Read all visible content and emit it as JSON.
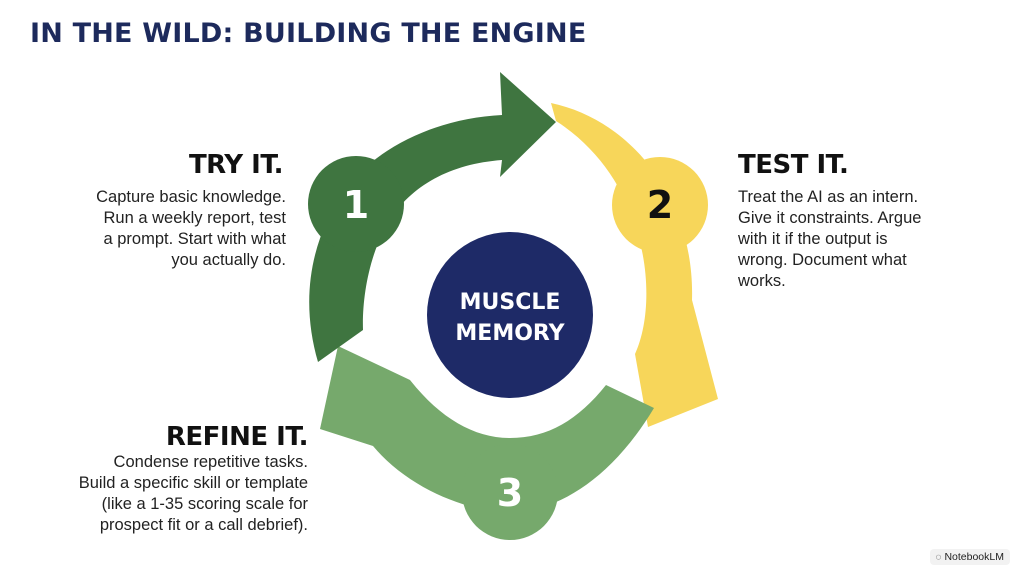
{
  "title": "IN THE WILD: BUILDING THE ENGINE",
  "center": {
    "line1": "MUSCLE",
    "line2": "MEMORY",
    "color": "#1e2a67"
  },
  "steps": [
    {
      "number": "1",
      "heading": "TRY IT.",
      "description": "Capture basic knowledge.\nRun a weekly report, test\na prompt. Start with what\nyou actually do.",
      "color": "#3f7540"
    },
    {
      "number": "2",
      "heading": "TEST IT.",
      "description": "Treat the AI as an intern.\nGive it constraints. Argue\nwith it if the output is\nwrong. Document what\nworks.",
      "color": "#f7d65a"
    },
    {
      "number": "3",
      "heading": "REFINE IT.",
      "description": "Condense repetitive tasks.\nBuild a specific skill or template\n(like a 1-35 scoring scale for\nprospect fit or a call debrief).",
      "color": "#76a96c"
    }
  ],
  "watermark": {
    "icon": "notebooklm-logo-icon",
    "text": "NotebookLM"
  }
}
